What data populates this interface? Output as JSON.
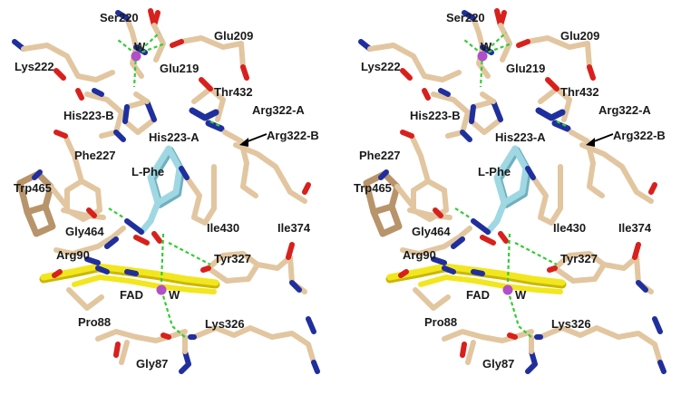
{
  "figure": {
    "panels": [
      "left-view",
      "right-view"
    ],
    "atom_colors": {
      "carbon": "#e2c6a0",
      "carbon_shade": "#b8946a",
      "nitrogen": "#1f2f9e",
      "oxygen": "#d8201c",
      "ligand": "#9fd8e2",
      "ligand_shade": "#6fb0bf",
      "fad": "#f2e61e",
      "fad_shade": "#c9b800",
      "water": "#b04fc8",
      "hbond": "#33cc33"
    },
    "labels": {
      "ser220": "Ser220",
      "glu209": "Glu209",
      "w_top": "W",
      "lys222": "Lys222",
      "glu219": "Glu219",
      "thr432": "Thr432",
      "arg322a": "Arg322-A",
      "his223b": "His223-B",
      "his223a": "His223-A",
      "arg322b": "Arg322-B",
      "phe227": "Phe227",
      "lphe": "L-Phe",
      "trp465": "Trp465",
      "ile430": "Ile430",
      "ile374": "Ile374",
      "gly464": "Gly464",
      "arg90": "Arg90",
      "tyr327": "Tyr327",
      "fad": "FAD",
      "w_bottom": "W",
      "pro88": "Pro88",
      "lys326": "Lys326",
      "gly87": "Gly87"
    }
  }
}
